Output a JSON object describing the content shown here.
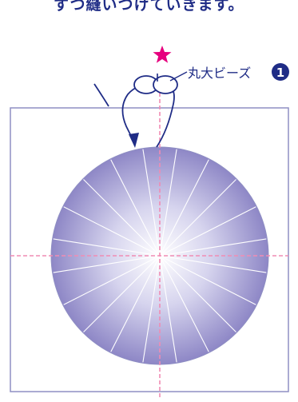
{
  "heading": "ずつ縫いつけていきます。",
  "callout": {
    "label": "丸大ビーズ",
    "number": "1"
  },
  "colors": {
    "heading": "#1f2c86",
    "outline": "#8f8fc3",
    "navy": "#1f2c86",
    "star": "#e6007e",
    "guide": "#f08cb4",
    "disk_center": "#ffffff",
    "disk_edge": "#8a83c4"
  },
  "icons": {
    "star": "star-icon",
    "bead": "bead-icon",
    "thread_arrow": "curved-arrow-icon"
  }
}
